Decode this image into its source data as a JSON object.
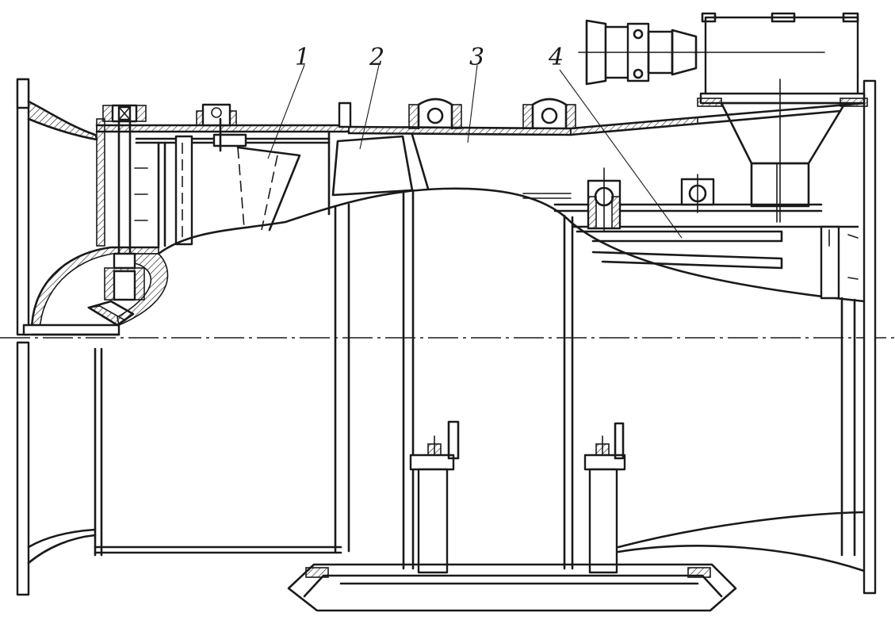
{
  "diagram": {
    "callouts": [
      {
        "id": "1",
        "label": "1"
      },
      {
        "id": "2",
        "label": "2"
      },
      {
        "id": "3",
        "label": "3"
      },
      {
        "id": "4",
        "label": "4"
      }
    ],
    "colors": {
      "line": "#1a1a1a",
      "background": "#ffffff"
    },
    "icons": {
      "motor": "electric-motor-icon",
      "bearing": "bearing-housing-icon"
    }
  }
}
